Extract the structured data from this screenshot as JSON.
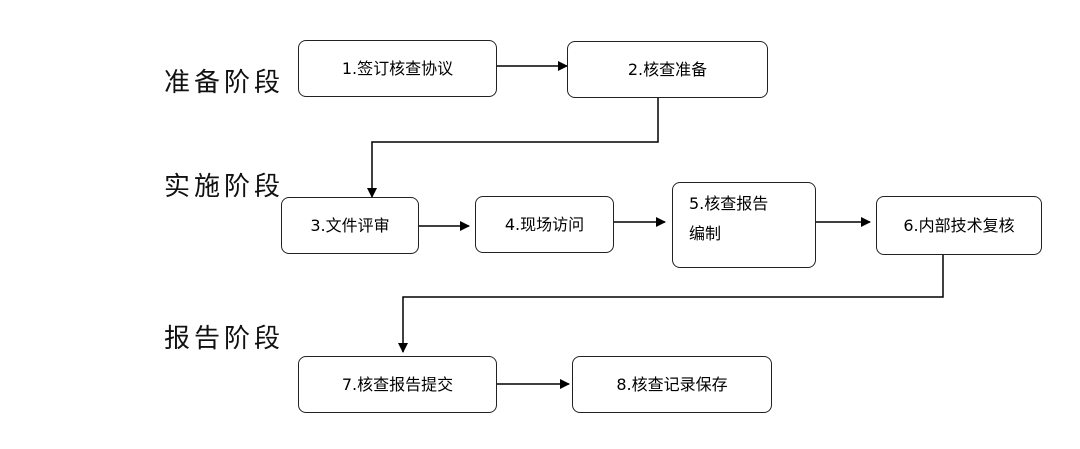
{
  "stages": {
    "prepare": "准备阶段",
    "implement": "实施阶段",
    "report": "报告阶段"
  },
  "steps": {
    "s1": "1.签订核查协议",
    "s2": "2.核查准备",
    "s3": "3.文件评审",
    "s4": "4.现场访问",
    "s5a": "5.核查报告",
    "s5b": "编制",
    "s6": "6.内部技术复核",
    "s7": "7.核查报告提交",
    "s8": "8.核查记录保存"
  }
}
